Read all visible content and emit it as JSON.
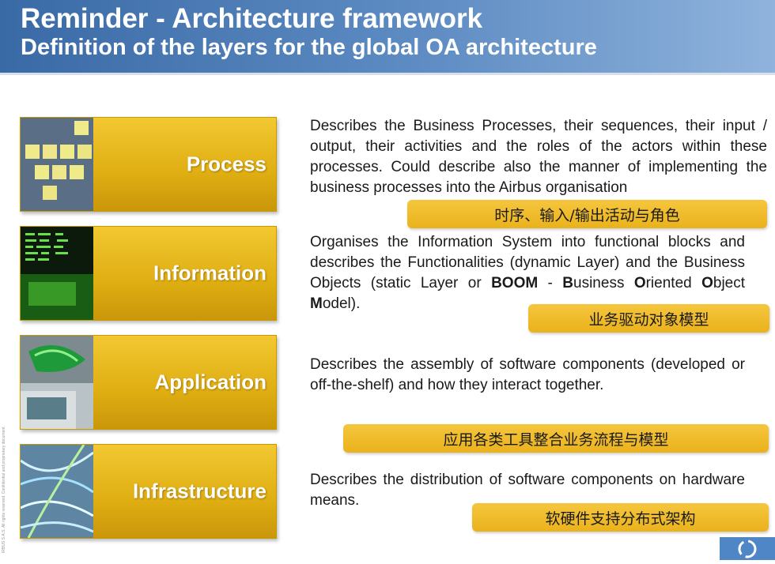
{
  "header": {
    "title": "Reminder - Architecture framework",
    "subtitle": "Definition of the layers for the global OA architecture"
  },
  "layers": [
    {
      "label": "Process",
      "desc": "Describes the Business Processes, their sequences, their input / output, their activities and the roles of the actors within these processes. Could describe also the manner of implementing the business processes into the Airbus organisation",
      "note": "时序、输入/输出活动与角色"
    },
    {
      "label": "Information",
      "desc_parts": [
        "Organises the Information System into functional blocks and describes the Functionalities (dynamic Layer) and the Business Objects (static Layer or ",
        "BOOM",
        " - ",
        "B",
        "usiness ",
        "O",
        "riented ",
        "O",
        "bject ",
        "M",
        "odel)."
      ],
      "note": "业务驱动对象模型"
    },
    {
      "label": "Application",
      "desc": "Describes the assembly of software components (developed or off-the-shelf) and how they interact together.",
      "note": "应用各类工具整合业务流程与模型"
    },
    {
      "label": "Infrastructure",
      "desc": "Describes the distribution of software components on hardware means.",
      "note": "软硬件支持分布式架构"
    }
  ],
  "footer": {
    "side_text": "IRBUS S.A.S. All rights reserved. Confidential and proprietary document."
  }
}
